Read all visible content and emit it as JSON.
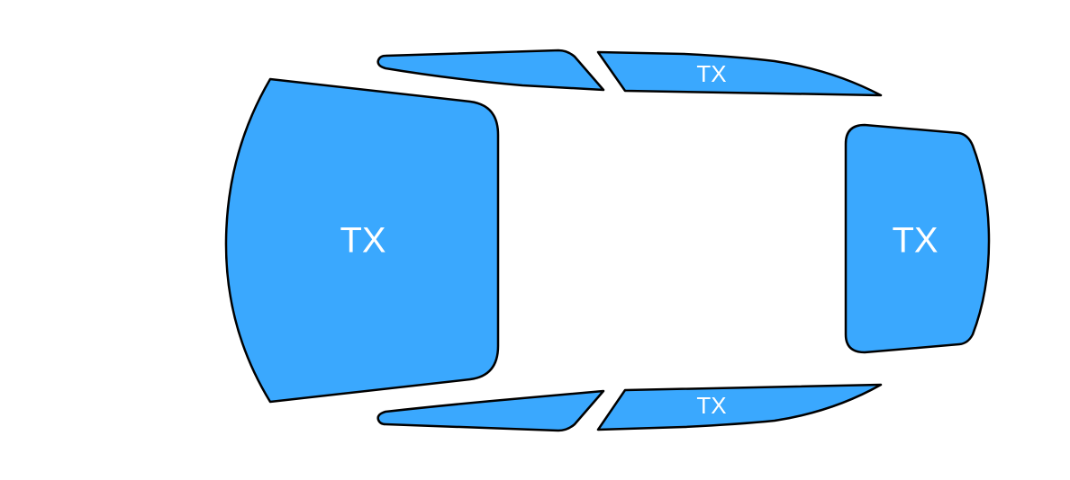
{
  "colors": {
    "glass_fill": "#3aa8fe",
    "glass_outline": "#000000",
    "label_text": "#ffffff",
    "background": "#ffffff"
  },
  "panels": {
    "windshield": {
      "label": "TX"
    },
    "rear_window": {
      "label": "TX"
    },
    "front_left_window": {
      "label": ""
    },
    "rear_left_window": {
      "label": "TX"
    },
    "front_right_window": {
      "label": ""
    },
    "rear_right_window": {
      "label": "TX"
    }
  }
}
